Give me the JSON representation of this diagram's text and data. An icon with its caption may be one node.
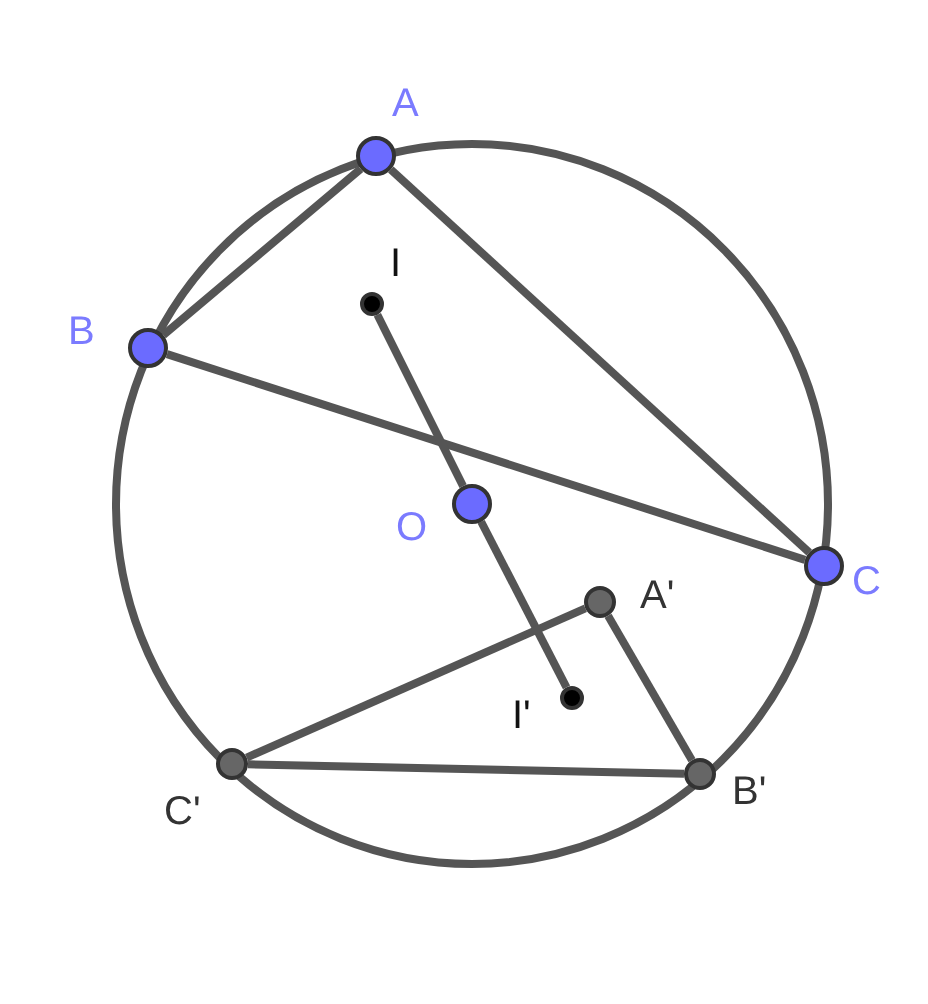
{
  "diagram": {
    "nodes": [
      {
        "text": [
          "A"
        ]
      },
      {
        "text": [
          "I"
        ]
      },
      {
        "text": [
          "B"
        ]
      },
      {
        "text": [
          "O"
        ]
      },
      {
        "text": [
          "C"
        ]
      },
      {
        "text": [
          "A'"
        ]
      },
      {
        "text": [
          "I'"
        ]
      },
      {
        "text": [
          "C'"
        ]
      },
      {
        "text": [
          "B'"
        ]
      }
    ],
    "edges": [
      {
        "from": 0,
        "to": 2,
        "arrow": "none"
      },
      {
        "from": 0,
        "to": 4,
        "arrow": "none"
      },
      {
        "from": 2,
        "to": 4,
        "arrow": "none"
      },
      {
        "from": 1,
        "to": 3,
        "arrow": "none"
      },
      {
        "from": 3,
        "to": 6,
        "arrow": "none"
      },
      {
        "from": 5,
        "to": 8,
        "arrow": "none"
      },
      {
        "from": 8,
        "to": 7,
        "arrow": "none"
      },
      {
        "from": 7,
        "to": 5,
        "arrow": "none"
      }
    ]
  }
}
